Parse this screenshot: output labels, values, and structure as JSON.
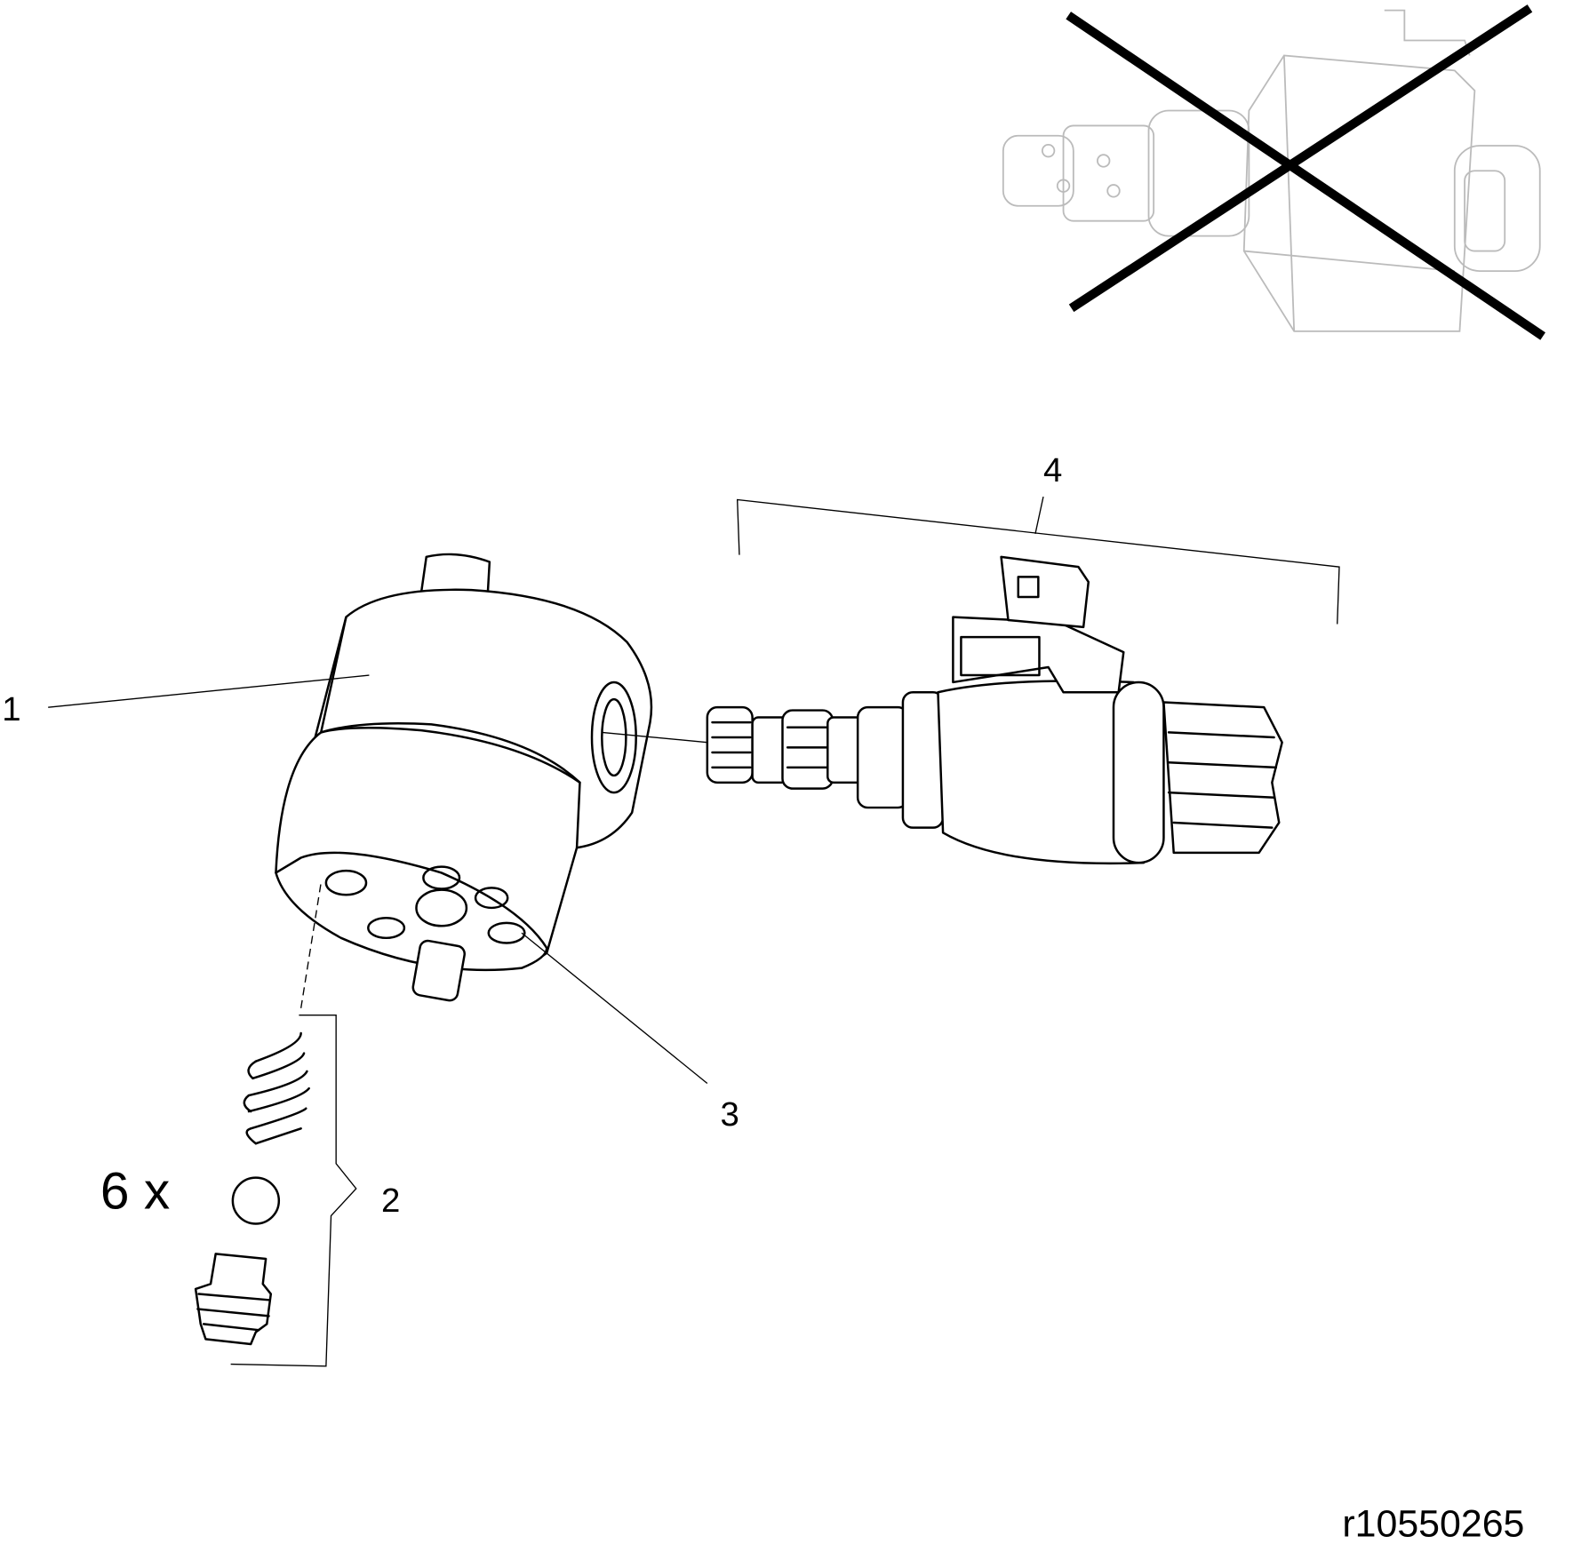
{
  "callouts": {
    "part1": "1",
    "part2": "2",
    "part3": "3",
    "part4": "4"
  },
  "quantity_label": "6 x",
  "drawing_number": "r10550265",
  "colors": {
    "line": "#000000",
    "ghost": "#bbbbbb",
    "background": "#ffffff"
  }
}
